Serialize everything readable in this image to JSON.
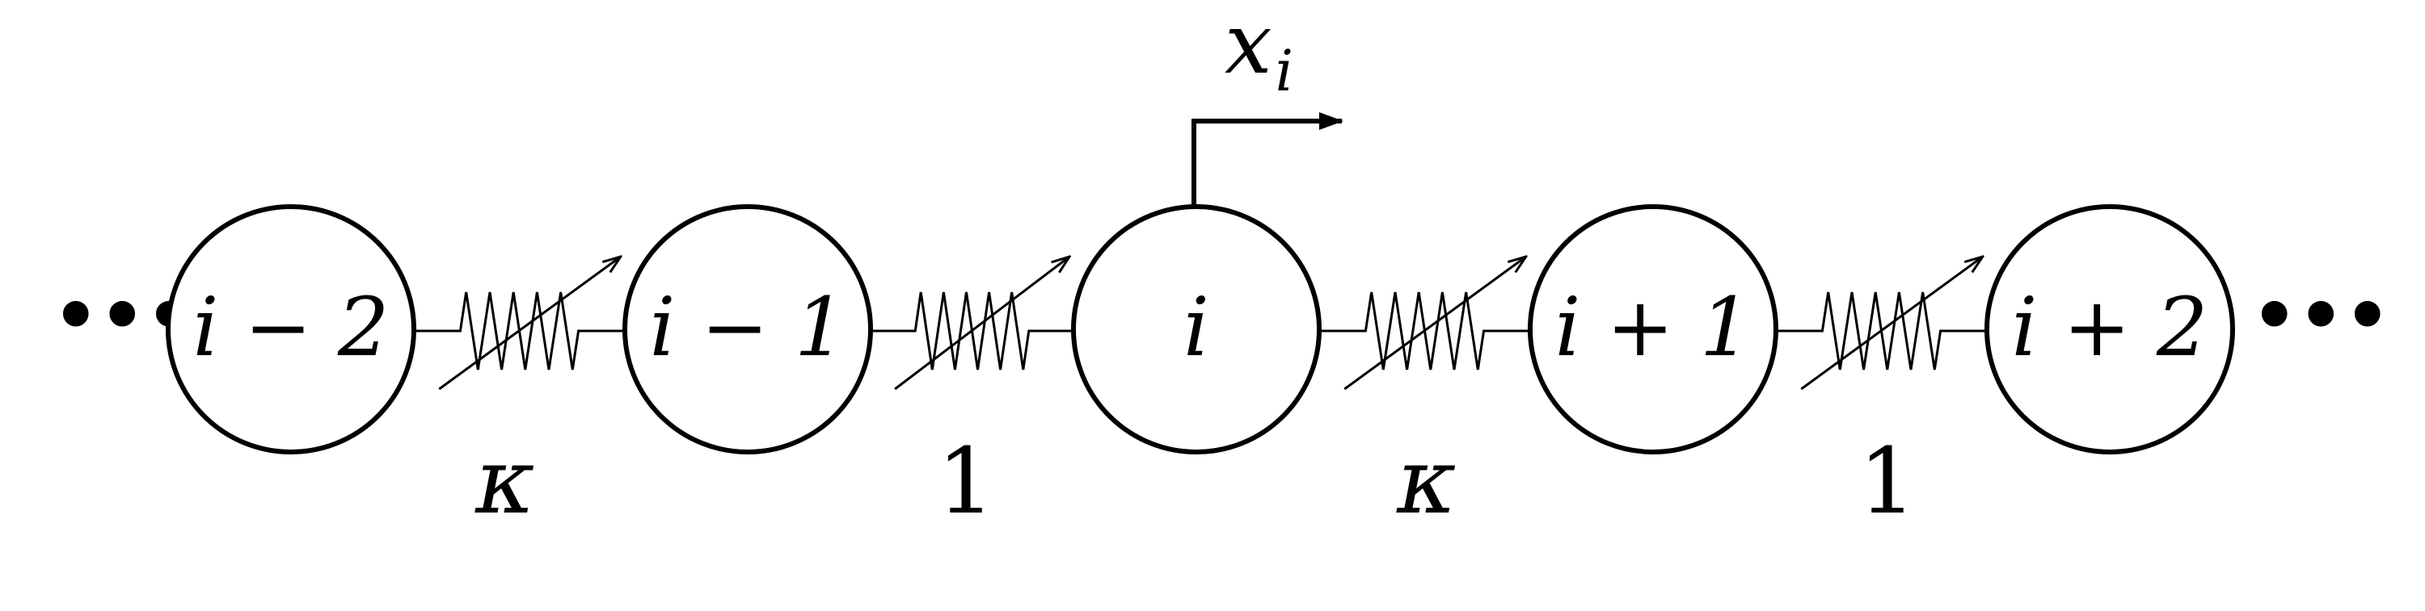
{
  "nodes": [
    {
      "label": "i − 2"
    },
    {
      "label": "i − 1"
    },
    {
      "label": "i"
    },
    {
      "label": "i + 1"
    },
    {
      "label": "i + 2"
    }
  ],
  "couplings": [
    {
      "label": "κ"
    },
    {
      "label": "1"
    },
    {
      "label": "κ"
    },
    {
      "label": "1"
    }
  ],
  "displacement": {
    "label": "x",
    "subscript": "i"
  },
  "ellipsis": {
    "left": "•••",
    "right": "•••"
  }
}
